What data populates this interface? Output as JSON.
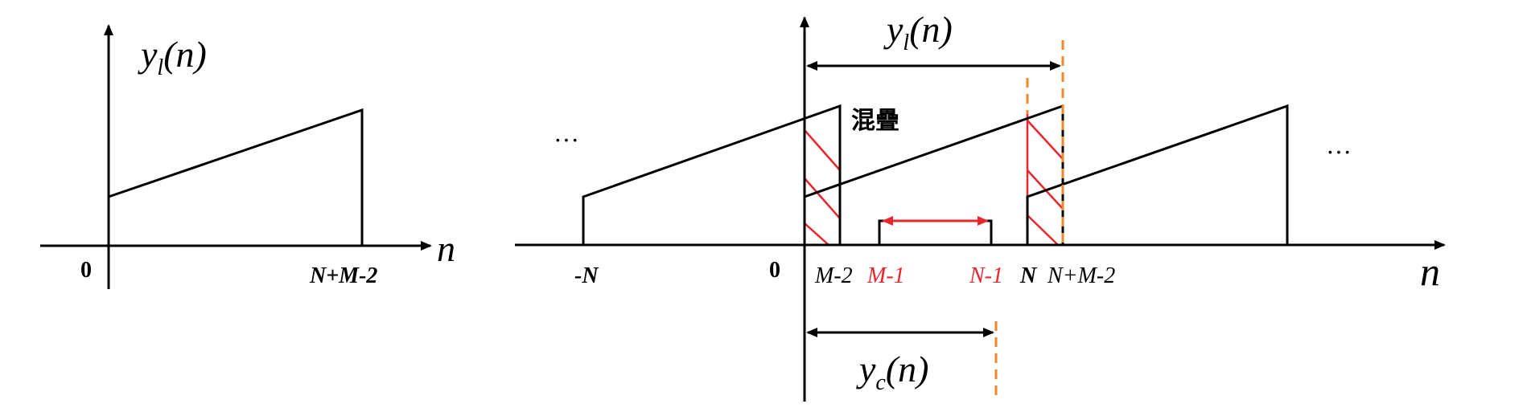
{
  "colors": {
    "stroke": "#000000",
    "accent_red": "#e8262d",
    "dashed_orange": "#ee8a2a"
  },
  "left_plot": {
    "signal_label_y": "y",
    "signal_label_sub": "l",
    "signal_label_arg": "(n)",
    "axis_label": "n",
    "tick_origin": "0",
    "tick_end": "N+M-2"
  },
  "right_plot": {
    "top_label_y": "y",
    "top_label_sub": "l",
    "top_label_arg": "(n)",
    "bottom_label_y": "y",
    "bottom_label_sub": "c",
    "bottom_label_arg": "(n)",
    "axis_label": "n",
    "alias_label": "混疊",
    "ellipsis_left": "···",
    "ellipsis_right": "···",
    "ticks": {
      "neg_n": "-N",
      "origin": "0",
      "m_minus_2": "M-2",
      "m_minus_1": "M-1",
      "n_minus_1": "N-1",
      "n": "N",
      "n_plus_m_minus_2": "N+M-2"
    }
  }
}
